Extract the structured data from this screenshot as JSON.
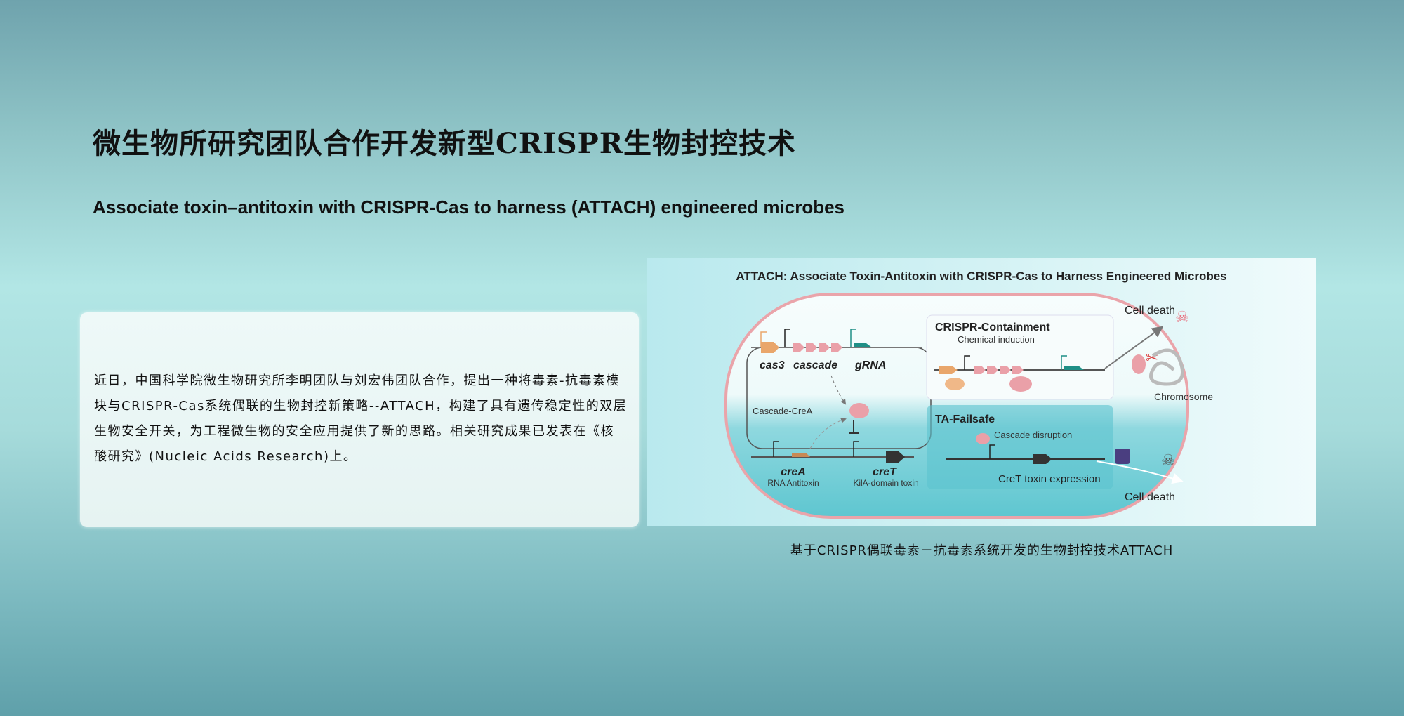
{
  "header": {
    "title": "微生物所研究团队合作开发新型CRISPR生物封控技术",
    "subtitle": "Associate toxin–antitoxin with CRISPR-Cas to harness (ATTACH) engineered microbes"
  },
  "article": {
    "paragraph": "近日，中国科学院微生物研究所李明团队与刘宏伟团队合作，提出一种将毒素-抗毒素模块与CRISPR-Cas系统偶联的生物封控新策略--ATTACH，构建了具有遗传稳定性的双层生物安全开关，为工程微生物的安全应用提供了新的思路。相关研究成果已发表在《核酸研究》(Nucleic Acids Research)上。"
  },
  "figure": {
    "heading": "ATTACH: Associate Toxin-Antitoxin with CRISPR-Cas to Harness Engineered Microbes",
    "genes": {
      "cas3": "cas3",
      "cascade": "cascade",
      "grna": "gRNA",
      "crea": "creA",
      "cret": "creT"
    },
    "labels": {
      "cascade_crea": "Cascade-CreA",
      "rna_antitoxin": "RNA Antitoxin",
      "kila_toxin": "KilA-domain toxin",
      "crispr_containment": "CRISPR-Containment",
      "chemical_induction": "Chemical induction",
      "cell_death_top": "Cell death",
      "chromosome": "Chromosome",
      "ta_failsafe": "TA-Failsafe",
      "cascade_disruption": "Cascade disruption",
      "cret_expression": "CreT toxin expression",
      "cell_death_bottom": "Cell death"
    },
    "icons": [
      "skull-crossbones-icon",
      "scissors-icon"
    ],
    "colors": {
      "cas3": "#e9a66b",
      "cascade": "#eaa0a8",
      "grna": "#1f8f86",
      "cell_border": "#eaa4aa",
      "toxin": "#333333"
    }
  },
  "caption": "基于CRISPR偶联毒素－抗毒素系统开发的生物封控技术ATTACH"
}
